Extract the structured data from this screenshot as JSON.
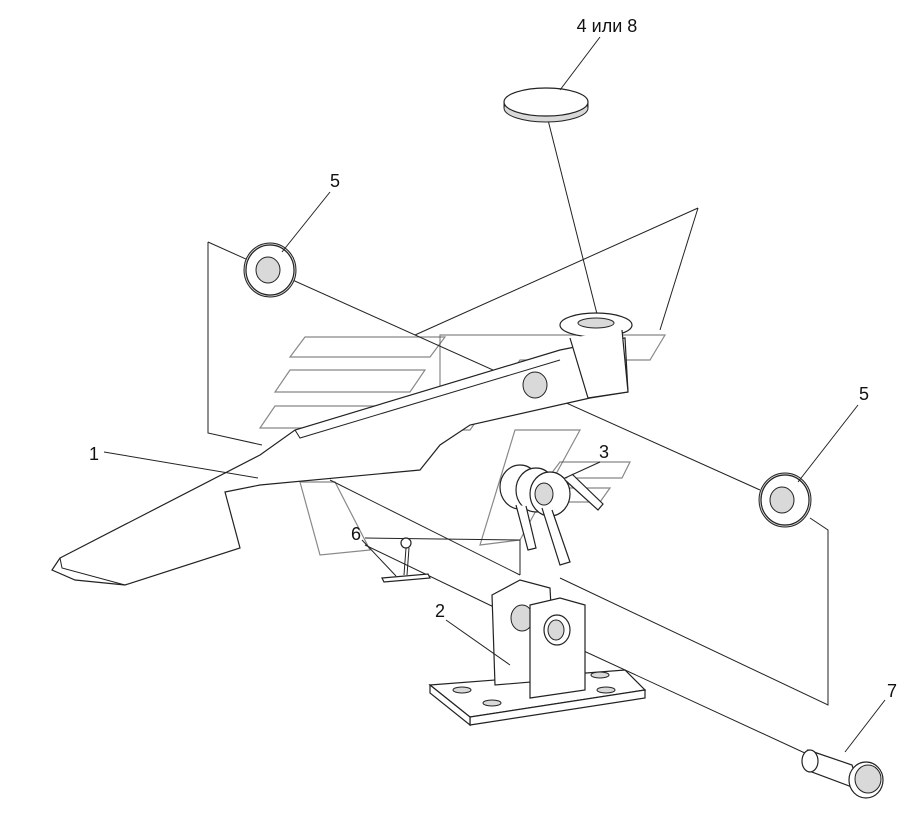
{
  "diagram": {
    "callouts": {
      "c1": "1",
      "c2": "2",
      "c3": "3",
      "c4": "4 или 8",
      "c5a": "5",
      "c5b": "5",
      "c6": "6",
      "c7": "7"
    }
  }
}
